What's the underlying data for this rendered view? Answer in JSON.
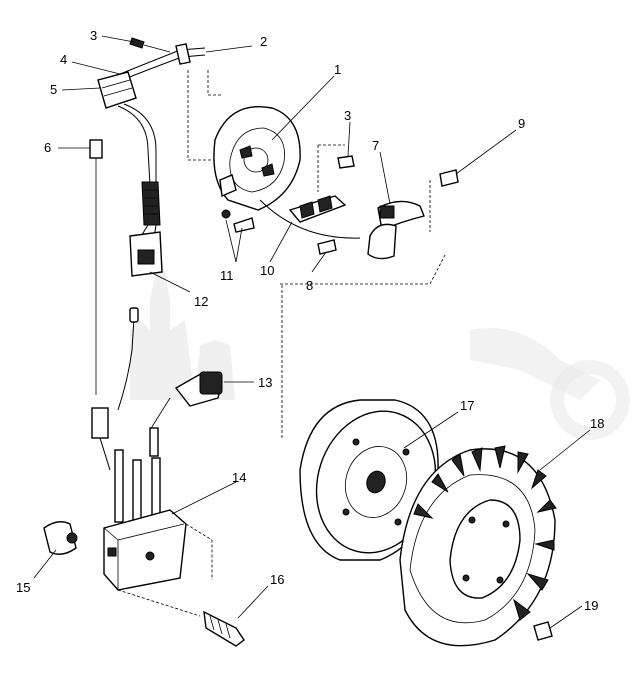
{
  "diagram": {
    "callouts": [
      {
        "id": "c1",
        "text": "1"
      },
      {
        "id": "c2",
        "text": "2"
      },
      {
        "id": "c3a",
        "text": "3"
      },
      {
        "id": "c3b",
        "text": "3"
      },
      {
        "id": "c4",
        "text": "4"
      },
      {
        "id": "c5",
        "text": "5"
      },
      {
        "id": "c6",
        "text": "6"
      },
      {
        "id": "c7",
        "text": "7"
      },
      {
        "id": "c8",
        "text": "8"
      },
      {
        "id": "c9",
        "text": "9"
      },
      {
        "id": "c10",
        "text": "10"
      },
      {
        "id": "c11",
        "text": "11"
      },
      {
        "id": "c12",
        "text": "12"
      },
      {
        "id": "c13",
        "text": "13"
      },
      {
        "id": "c14",
        "text": "14"
      },
      {
        "id": "c15",
        "text": "15"
      },
      {
        "id": "c16",
        "text": "16"
      },
      {
        "id": "c17",
        "text": "17"
      },
      {
        "id": "c18",
        "text": "18"
      },
      {
        "id": "c19",
        "text": "19"
      }
    ]
  }
}
